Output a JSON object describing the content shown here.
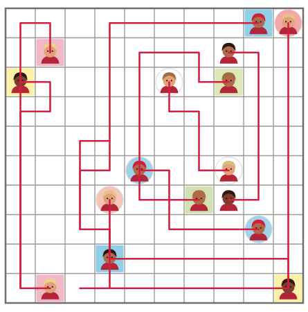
{
  "puzzle": {
    "type": "path-link-grid",
    "grid": {
      "rows": 10,
      "cols": 10
    },
    "colors": {
      "background": "#ffffff",
      "grid_line": "#9a9a9a",
      "border": "#6f6f6f",
      "path": "#d21f43",
      "skin_dark": "#7a3e2a",
      "skin_mid": "#b06a4a",
      "skin_light": "#e2a279",
      "shirt": "#b2263a"
    },
    "tokens": [
      {
        "row": 0,
        "col": 8,
        "tile": "#8fd0e8",
        "hair": "#d11f38",
        "skin": "#b06a4a"
      },
      {
        "row": 0,
        "col": 9,
        "tile": "#f4a7a5",
        "hair": "#e8c08a",
        "skin": "#e2a279",
        "round": true
      },
      {
        "row": 1,
        "col": 1,
        "tile": "#f3b8c6",
        "hair": "#f0cf8a",
        "skin": "#e2a279"
      },
      {
        "row": 1,
        "col": 7,
        "tile": "#ffffff",
        "hair": "#2b1810",
        "skin": "#b06a4a"
      },
      {
        "row": 2,
        "col": 0,
        "tile": "#fff0a8",
        "hair": "#2b1810",
        "skin": "#7a3e2a"
      },
      {
        "row": 2,
        "col": 5,
        "tile": "#ffffff",
        "hair": "#9a7040",
        "skin": "#e2a279",
        "round": true
      },
      {
        "row": 2,
        "col": 7,
        "tile": "#dde8b5",
        "hair": "#9a7040",
        "skin": "#b06a4a"
      },
      {
        "row": 5,
        "col": 4,
        "tile": "#9fd3ea",
        "hair": "#d11f38",
        "skin": "#b06a4a",
        "round": true
      },
      {
        "row": 5,
        "col": 7,
        "tile": "#ffffff",
        "hair": "#d6c080",
        "skin": "#e2a279",
        "round": true
      },
      {
        "row": 6,
        "col": 3,
        "tile": "#f7c5b8",
        "hair": "#e8c08a",
        "skin": "#e2a279",
        "round": true
      },
      {
        "row": 6,
        "col": 6,
        "tile": "#cfe2b0",
        "hair": "#b06a4a",
        "skin": "#b06a4a"
      },
      {
        "row": 6,
        "col": 7,
        "tile": "#ffffff",
        "hair": "#2b1810",
        "skin": "#7a3e2a"
      },
      {
        "row": 7,
        "col": 8,
        "tile": "#9fd3ea",
        "hair": "#d11f38",
        "skin": "#b06a4a",
        "round": true
      },
      {
        "row": 8,
        "col": 3,
        "tile": "#8fd0e8",
        "hair": "#2b1810",
        "skin": "#b06a4a"
      },
      {
        "row": 9,
        "col": 1,
        "tile": "#f3b8c6",
        "hair": "#f0cf8a",
        "skin": "#e2a279"
      },
      {
        "row": 9,
        "col": 9,
        "tile": "#fff0a8",
        "hair": "#2b1810",
        "skin": "#7a3e2a"
      }
    ],
    "paths": [
      [
        [
          0,
          9
        ],
        [
          9,
          9
        ],
        [
          9,
          2
        ]
      ],
      [
        [
          0,
          8
        ],
        [
          0,
          3
        ],
        [
          5,
          3
        ],
        [
          5,
          2
        ],
        [
          7,
          2
        ],
        [
          7,
          3
        ],
        [
          9,
          3
        ],
        [
          9,
          8
        ]
      ],
      [
        [
          1,
          1
        ],
        [
          0,
          1
        ],
        [
          0,
          0
        ],
        [
          9,
          0
        ],
        [
          9,
          1
        ]
      ],
      [
        [
          2,
          0
        ],
        [
          2,
          1
        ],
        [
          3,
          1
        ],
        [
          3,
          0
        ],
        [
          9,
          0
        ]
      ],
      [
        [
          2,
          5
        ],
        [
          3,
          5
        ],
        [
          3,
          6
        ],
        [
          5,
          6
        ],
        [
          5,
          7
        ]
      ],
      [
        [
          2,
          7
        ],
        [
          2,
          6
        ],
        [
          1,
          6
        ],
        [
          1,
          4
        ],
        [
          6,
          4
        ],
        [
          6,
          6
        ]
      ],
      [
        [
          1,
          7
        ],
        [
          1,
          8
        ],
        [
          6,
          8
        ],
        [
          6,
          7
        ]
      ],
      [
        [
          5,
          4
        ],
        [
          5,
          5
        ],
        [
          7,
          5
        ],
        [
          7,
          8
        ]
      ],
      [
        [
          6,
          3
        ],
        [
          8,
          3
        ],
        [
          8,
          9
        ],
        [
          9,
          9
        ]
      ],
      [
        [
          8,
          3
        ],
        [
          7,
          3
        ],
        [
          7,
          2
        ],
        [
          4,
          2
        ],
        [
          4,
          3
        ]
      ]
    ]
  }
}
